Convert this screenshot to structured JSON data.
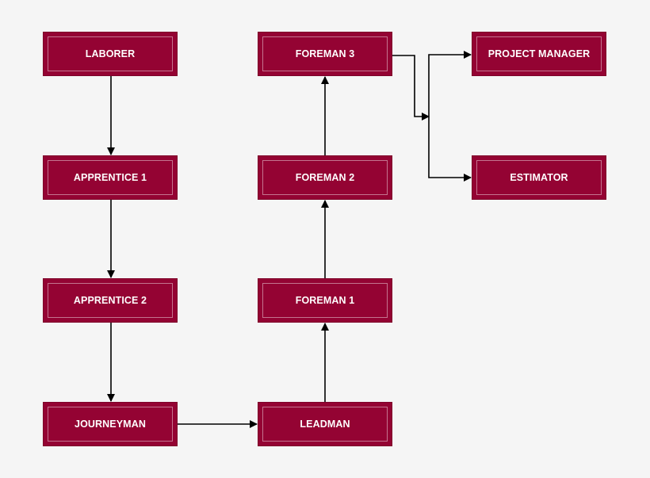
{
  "nodes": {
    "laborer": "LABORER",
    "apprentice_1": "APPRENTICE 1",
    "apprentice_2": "APPRENTICE 2",
    "journeyman": "JOURNEYMAN",
    "leadman": "LEADMAN",
    "foreman_1": "FOREMAN 1",
    "foreman_2": "FOREMAN 2",
    "foreman_3": "FOREMAN 3",
    "project_manager": "PROJECT MANAGER",
    "estimator": "ESTIMATOR"
  },
  "edges": [
    [
      "laborer",
      "apprentice_1"
    ],
    [
      "apprentice_1",
      "apprentice_2"
    ],
    [
      "apprentice_2",
      "journeyman"
    ],
    [
      "journeyman",
      "leadman"
    ],
    [
      "leadman",
      "foreman_1"
    ],
    [
      "foreman_1",
      "foreman_2"
    ],
    [
      "foreman_2",
      "foreman_3"
    ],
    [
      "foreman_3",
      "project_manager"
    ],
    [
      "foreman_3",
      "estimator"
    ]
  ],
  "colors": {
    "background": "#f5f5f5",
    "node_fill": "#940333",
    "node_text": "#ffffff",
    "connector": "#000000"
  }
}
